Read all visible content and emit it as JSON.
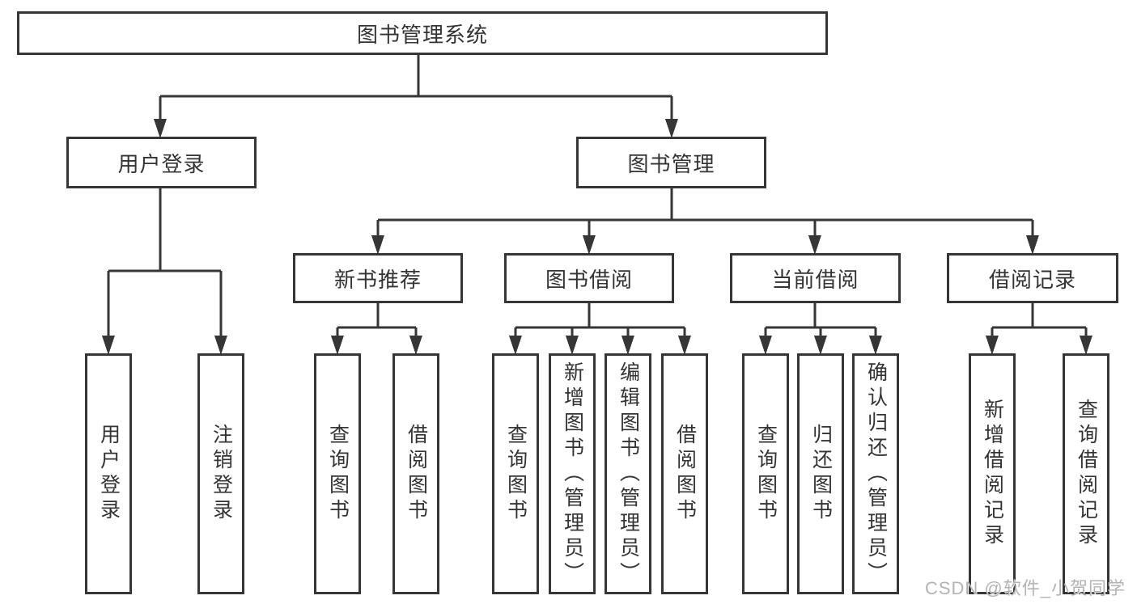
{
  "tree": {
    "label": "图书管理系统",
    "children": [
      {
        "label": "用户登录",
        "children": [
          {
            "label": "用户登录"
          },
          {
            "label": "注销登录"
          }
        ]
      },
      {
        "label": "图书管理",
        "children": [
          {
            "label": "新书推荐",
            "children": [
              {
                "label": "查询图书"
              },
              {
                "label": "借阅图书"
              }
            ]
          },
          {
            "label": "图书借阅",
            "children": [
              {
                "label": "查询图书"
              },
              {
                "label": "新增图书（管理员）"
              },
              {
                "label": "编辑图书（管理员）"
              },
              {
                "label": "借阅图书"
              }
            ]
          },
          {
            "label": "当前借阅",
            "children": [
              {
                "label": "查询图书"
              },
              {
                "label": "归还图书"
              },
              {
                "label": "确认归还（管理员）"
              }
            ]
          },
          {
            "label": "借阅记录",
            "children": [
              {
                "label": "新增借阅记录"
              },
              {
                "label": "查询借阅记录"
              }
            ]
          }
        ]
      }
    ]
  },
  "watermark": {
    "text": "CSDN @软件_小贺同学"
  },
  "colors": {
    "line": "#363636",
    "background": "#ffffff",
    "watermark": "#b3b3b3"
  }
}
